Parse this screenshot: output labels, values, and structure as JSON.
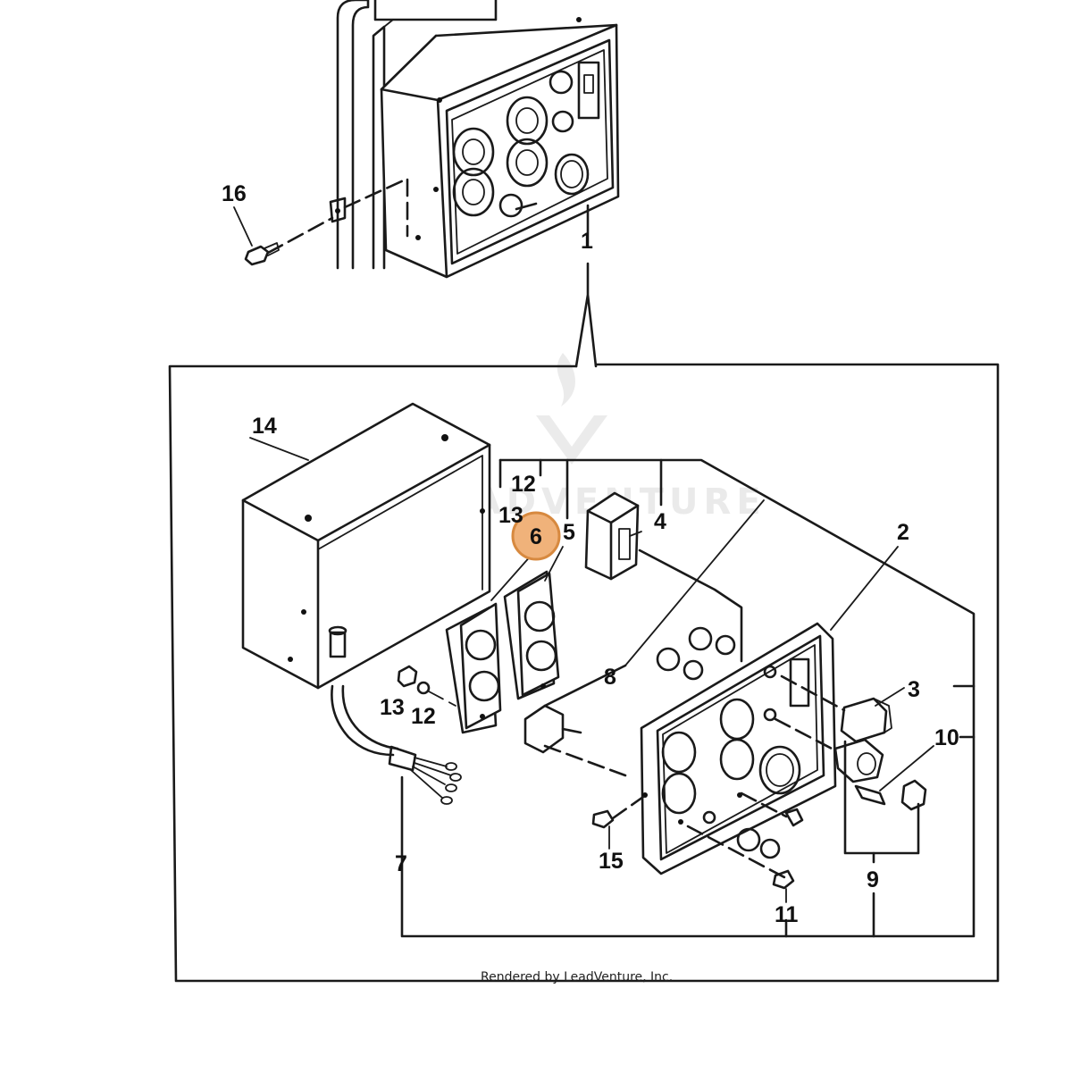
{
  "callouts": [
    {
      "id": "16",
      "text": "16"
    },
    {
      "id": "1",
      "text": "1"
    },
    {
      "id": "14",
      "text": "14"
    },
    {
      "id": "12a",
      "text": "12"
    },
    {
      "id": "13a",
      "text": "13"
    },
    {
      "id": "6",
      "text": "6"
    },
    {
      "id": "5",
      "text": "5"
    },
    {
      "id": "4",
      "text": "4"
    },
    {
      "id": "2",
      "text": "2"
    },
    {
      "id": "8",
      "text": "8"
    },
    {
      "id": "3",
      "text": "3"
    },
    {
      "id": "10",
      "text": "10"
    },
    {
      "id": "13b",
      "text": "13"
    },
    {
      "id": "12b",
      "text": "12"
    },
    {
      "id": "15",
      "text": "15"
    },
    {
      "id": "11",
      "text": "11"
    },
    {
      "id": "9",
      "text": "9"
    },
    {
      "id": "7",
      "text": "7"
    }
  ],
  "highlighted_callout": "6",
  "highlight_color": "#f0b27a",
  "watermark": "LEADVENTURE",
  "footer": "Rendered by LeadVenture, Inc."
}
